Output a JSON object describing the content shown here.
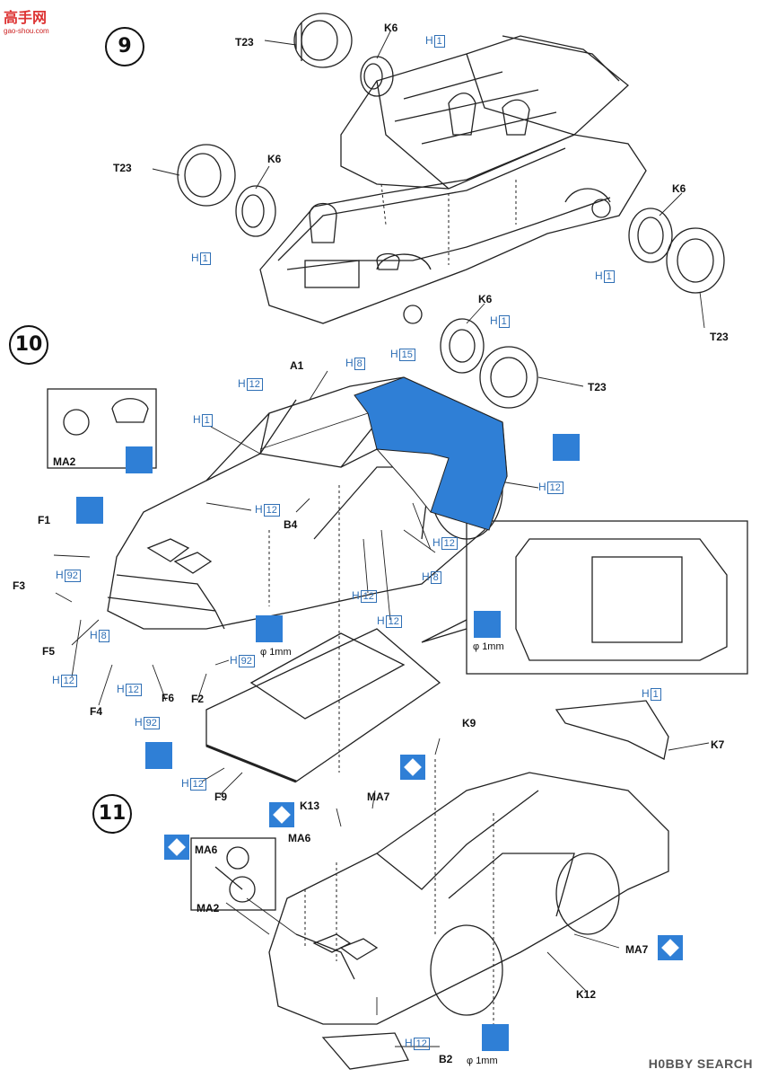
{
  "header": {
    "logo_text": "高手网",
    "logo_url": "gao-shou.com"
  },
  "watermark": "H0BBY SEARCH",
  "steps": {
    "s9": "9",
    "s10": "10",
    "s11": "11"
  },
  "parts": {
    "T23_a": "T23",
    "K6_a": "K6",
    "T23_b": "T23",
    "K6_b": "K6",
    "K6_c": "K6",
    "T23_c": "T23",
    "K6_d": "K6",
    "T23_d": "T23",
    "A1": "A1",
    "MA2_a": "MA2",
    "B4": "B4",
    "F1": "F1",
    "F3": "F3",
    "F5": "F5",
    "F4": "F4",
    "F6": "F6",
    "F2": "F2",
    "F9": "F9",
    "K9": "K9",
    "K7": "K7",
    "MA7_a": "MA7",
    "K13": "K13",
    "MA6_a": "MA6",
    "MA6_b": "MA6",
    "MA2_b": "MA2",
    "MA7_b": "MA7",
    "K12": "K12",
    "B2": "B2"
  },
  "colors": {
    "H1": {
      "prefix": "H",
      "num": "1"
    },
    "H8": {
      "prefix": "H",
      "num": "8"
    },
    "H12": {
      "prefix": "H",
      "num": "12"
    },
    "H15": {
      "prefix": "H",
      "num": "15"
    },
    "H92": {
      "prefix": "H",
      "num": "92"
    }
  },
  "drill": {
    "label": "φ 1mm"
  },
  "accent": {
    "blue_paint": "#2f7fd6",
    "color_code": "#2f6fb5"
  }
}
